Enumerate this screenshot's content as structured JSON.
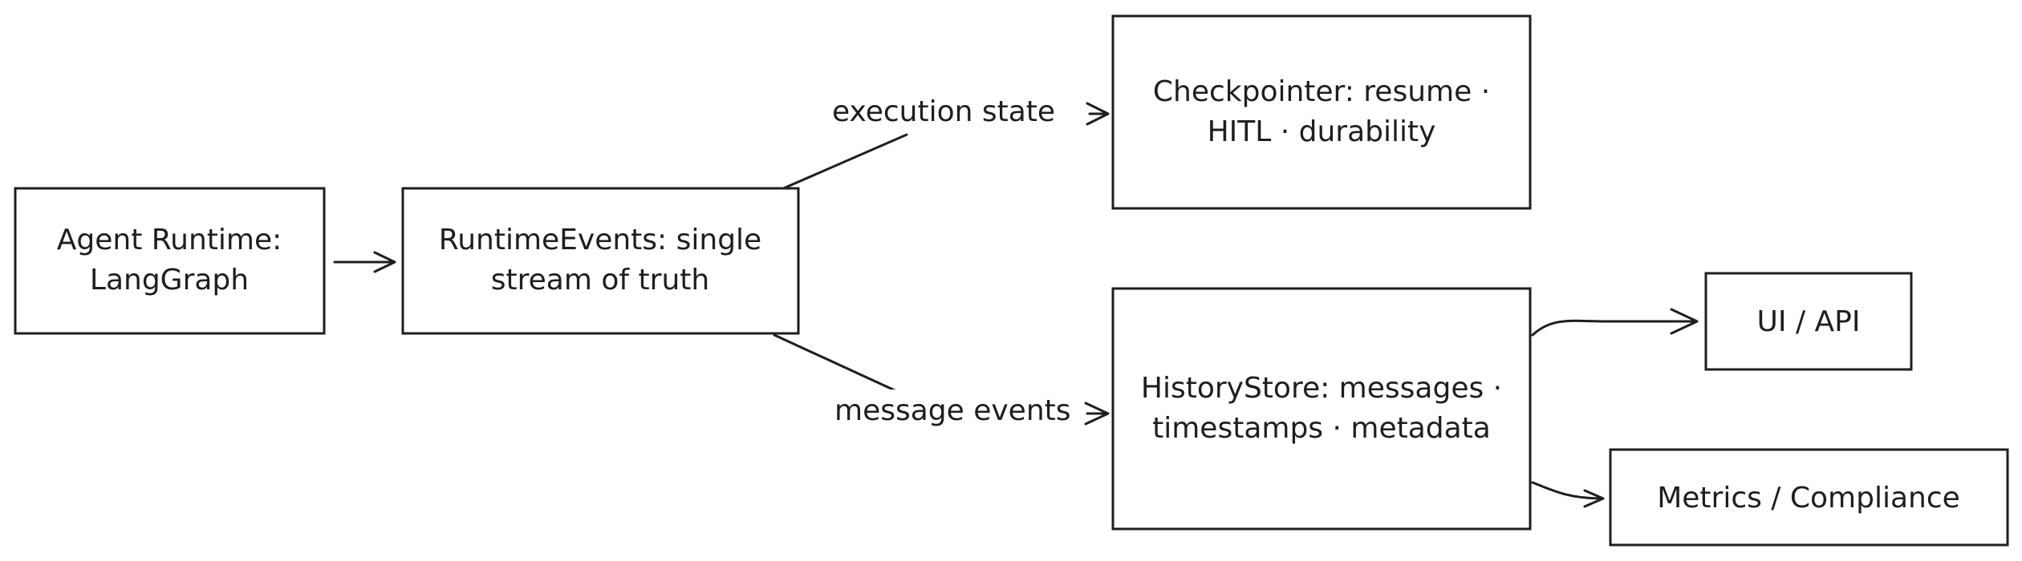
{
  "nodes": {
    "agent_runtime": {
      "lines": [
        "Agent Runtime:",
        "LangGraph"
      ]
    },
    "runtime_events": {
      "lines": [
        "RuntimeEvents: single",
        "stream of truth"
      ]
    },
    "checkpointer": {
      "lines": [
        "Checkpointer: resume ·",
        "HITL · durability"
      ]
    },
    "history_store": {
      "lines": [
        "HistoryStore: messages ·",
        "timestamps · metadata"
      ]
    },
    "ui_api": {
      "lines": [
        "UI / API"
      ]
    },
    "metrics": {
      "lines": [
        "Metrics / Compliance"
      ]
    }
  },
  "edges": {
    "execution_state": {
      "label": "execution state"
    },
    "message_events": {
      "label": "message events"
    }
  },
  "colors": {
    "stroke": "#1e1e1e",
    "background": "#ffffff"
  }
}
